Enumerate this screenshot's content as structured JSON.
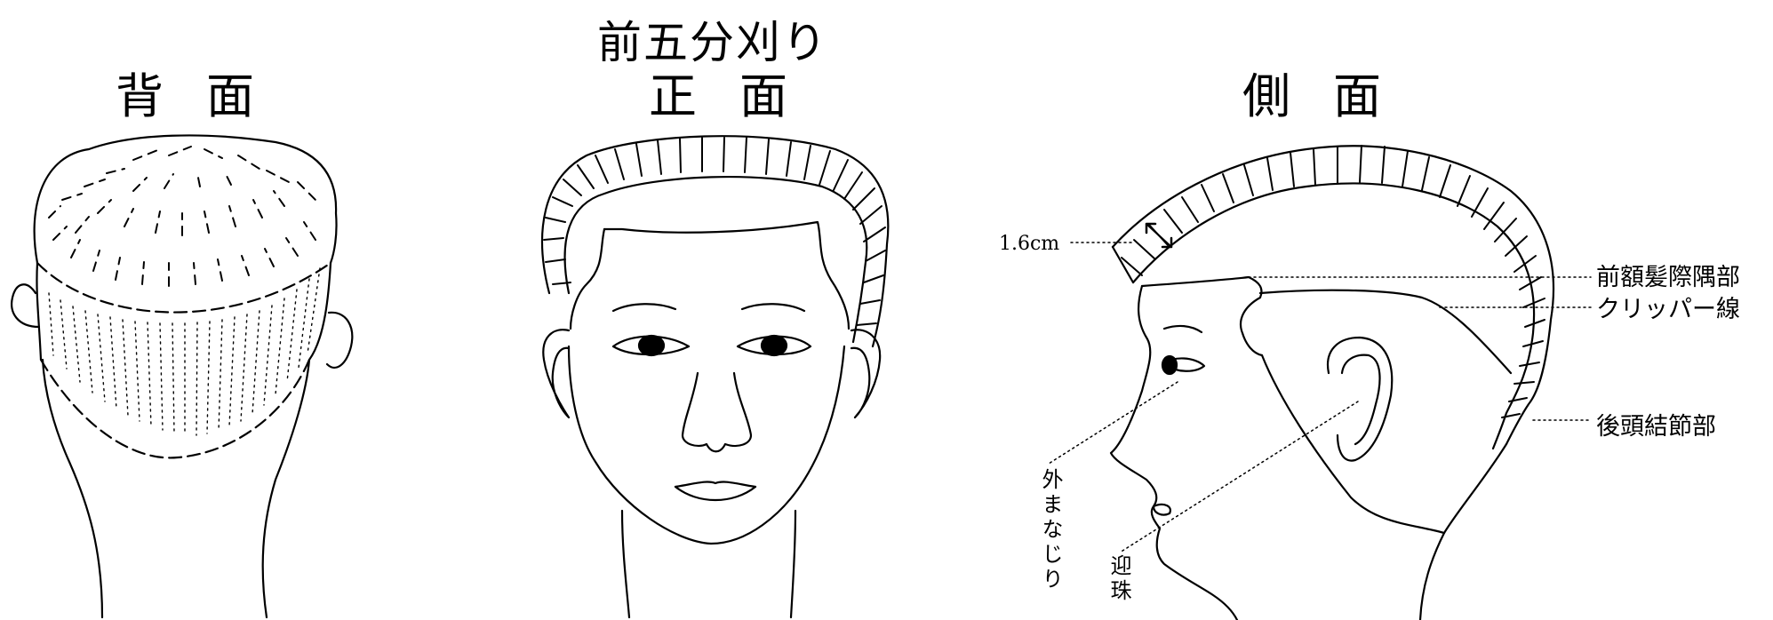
{
  "title": "前五分刈り",
  "views": {
    "back": "背面",
    "front": "正面",
    "side": "側面"
  },
  "measurement": "1.6cm",
  "labels": {
    "front_hairline_corner": "前額髪際隅部",
    "clipper_line": "クリッパー線",
    "occipital_protuberance": "後頭結節部",
    "outer_eye_corner": "外まなじり",
    "tragus": "迎珠"
  },
  "colors": {
    "ink": "#000000",
    "background": "#ffffff"
  }
}
